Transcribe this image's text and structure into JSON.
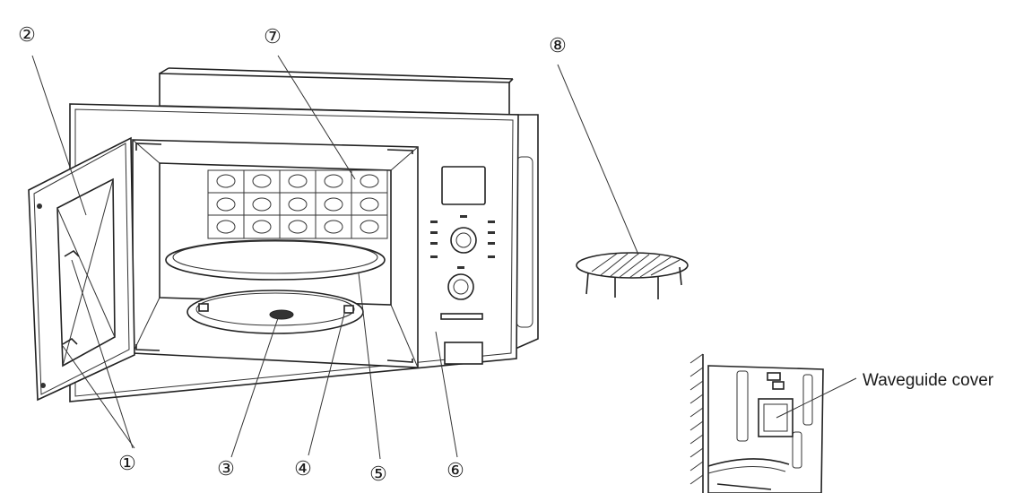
{
  "callouts": [
    {
      "id": "1",
      "label": "①"
    },
    {
      "id": "2",
      "label": "②"
    },
    {
      "id": "3",
      "label": "③"
    },
    {
      "id": "4",
      "label": "④"
    },
    {
      "id": "5",
      "label": "⑤"
    },
    {
      "id": "6",
      "label": "⑥"
    },
    {
      "id": "7",
      "label": "⑦"
    },
    {
      "id": "8",
      "label": "⑧"
    }
  ],
  "inset": {
    "label": "Waveguide cover"
  }
}
